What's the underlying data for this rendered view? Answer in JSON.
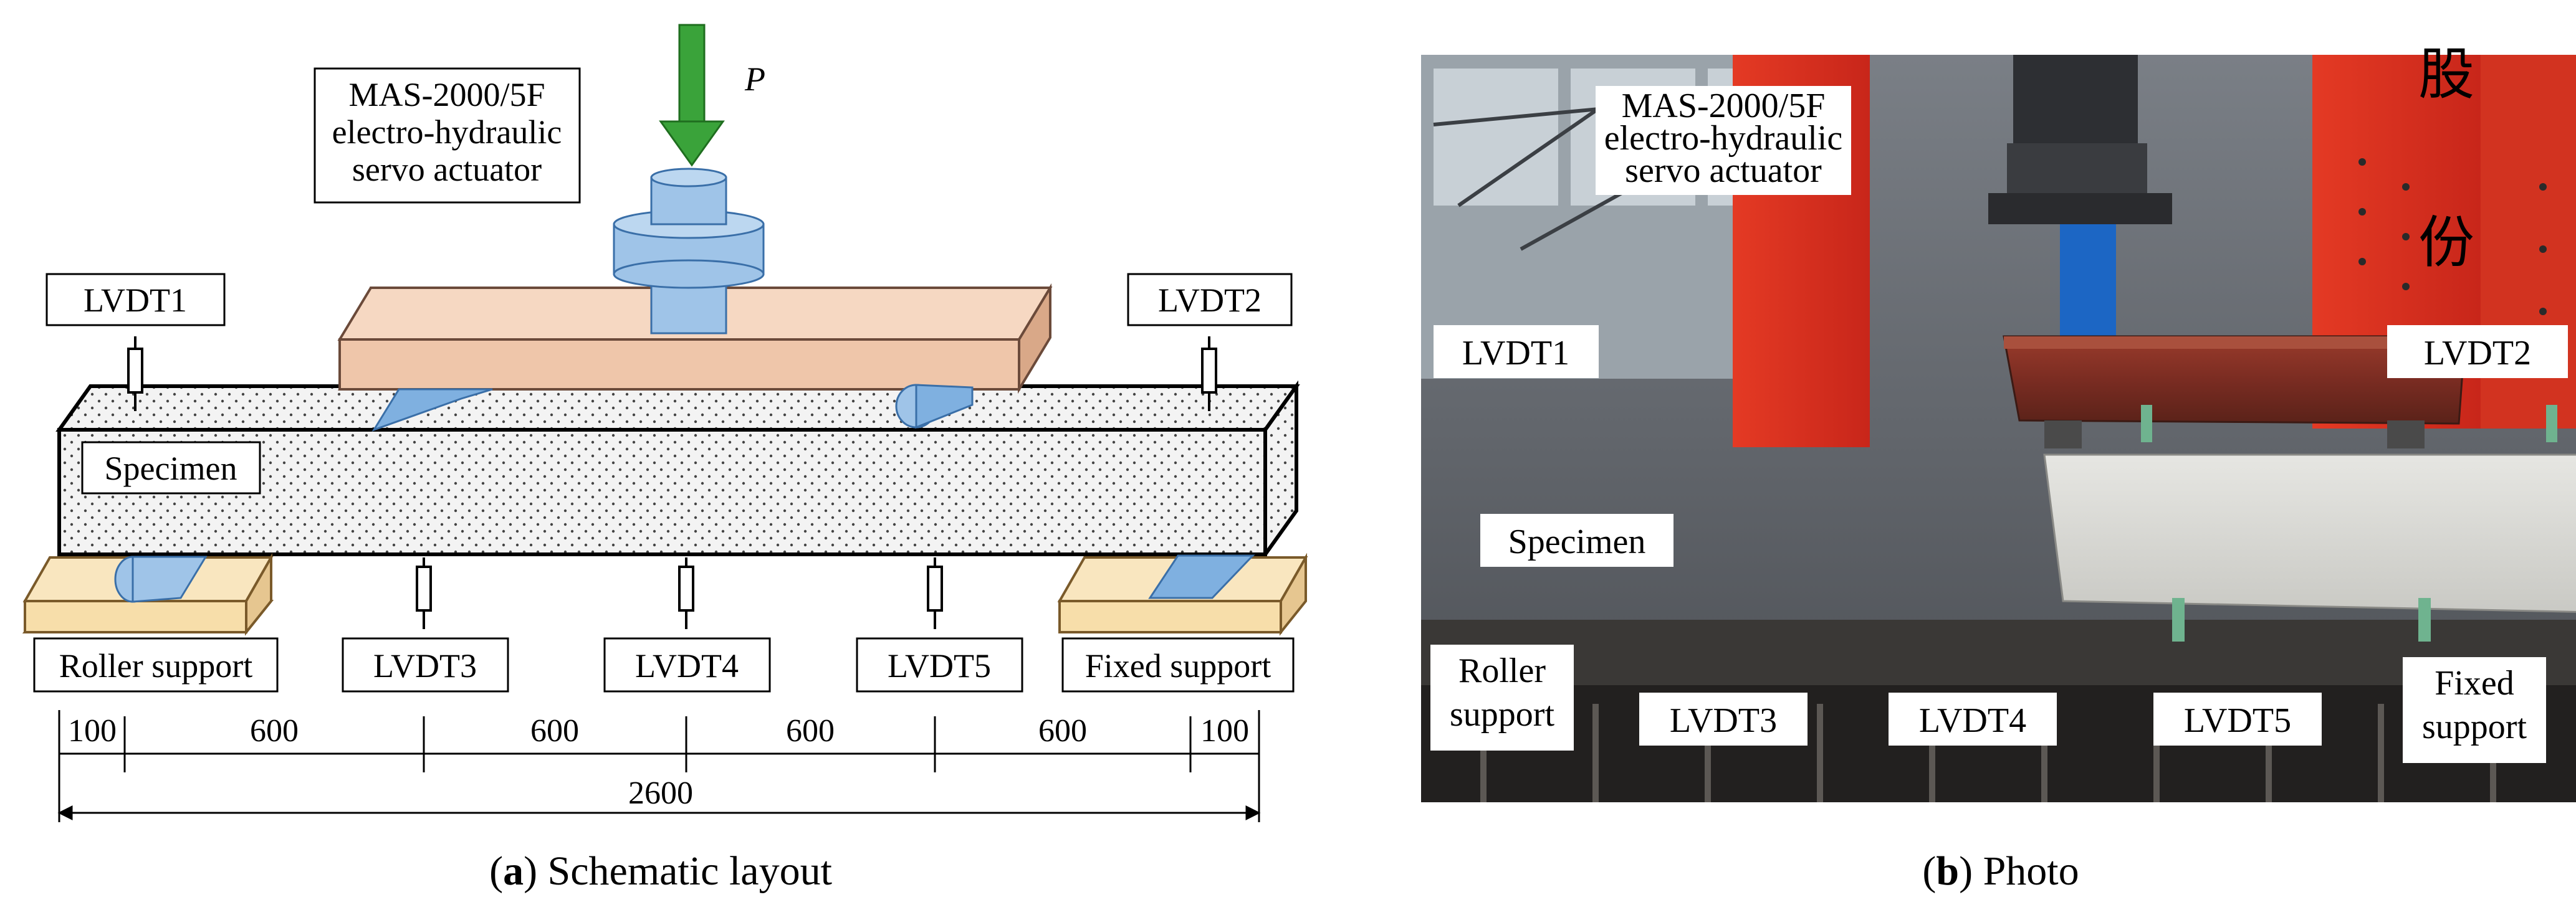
{
  "panel_a": {
    "actuator": [
      "MAS-2000/5F",
      "electro-hydraulic",
      "servo actuator"
    ],
    "load_symbol": "P",
    "lvdt1": "LVDT1",
    "lvdt2": "LVDT2",
    "lvdt3": "LVDT3",
    "lvdt4": "LVDT4",
    "lvdt5": "LVDT5",
    "specimen": "Specimen",
    "roller_support": "Roller support",
    "fixed_support": "Fixed support",
    "dims": [
      "100",
      "600",
      "600",
      "600",
      "600",
      "100"
    ],
    "total": "2600",
    "caption_letter": "a",
    "caption_text": " Schematic layout"
  },
  "panel_b": {
    "actuator": [
      "MAS-2000/5F",
      "electro-hydraulic",
      "servo actuator"
    ],
    "lvdt1": "LVDT1",
    "lvdt2": "LVDT2",
    "lvdt3": "LVDT3",
    "lvdt4": "LVDT4",
    "lvdt5": "LVDT5",
    "specimen": "Specimen",
    "roller_support": [
      "Roller",
      "support"
    ],
    "fixed_support": [
      "Fixed",
      "support"
    ],
    "photo_sign": [
      "股",
      "份"
    ],
    "caption_letter": "b",
    "caption_text": " Photo"
  },
  "colors": {
    "beam_fill": "#f3f3f3",
    "spreader_fill": "#efc6aa",
    "support_fill": "#f7deaa",
    "steel_blue": "#9fc4e8",
    "arrow_green": "#3aa33a",
    "photo_red": "#e0301e"
  }
}
